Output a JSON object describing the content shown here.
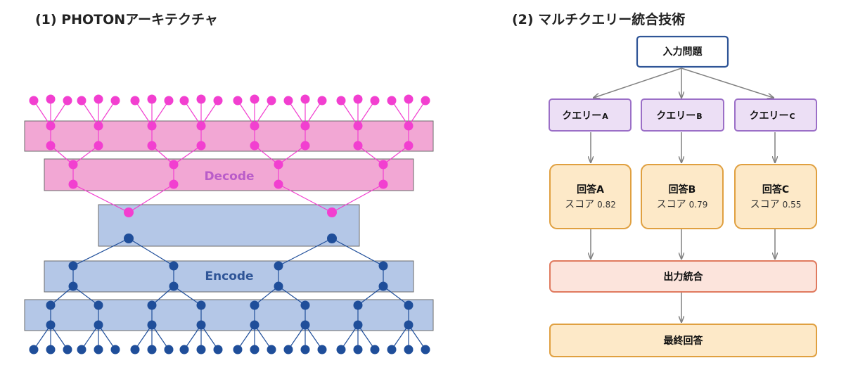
{
  "left": {
    "title": "(1) PHOTONアーキテクチャ",
    "decode_label": "Decode",
    "encode_label": "Encode",
    "colors": {
      "pink_node": "#f23fd0",
      "pink_band": "#f2a7d4",
      "pink_label": "#b95cc9",
      "blue_node": "#1f4e9a",
      "blue_band": "#b4c7e7",
      "blue_label": "#2f5597"
    }
  },
  "right": {
    "title": "(2) マルチクエリー統合技術",
    "input": "入力問題",
    "queries": [
      {
        "label": "クエリー",
        "letter": "A"
      },
      {
        "label": "クエリー",
        "letter": "B"
      },
      {
        "label": "クエリー",
        "letter": "C"
      }
    ],
    "answers": [
      {
        "label": "回答A",
        "score_label": "スコア",
        "score": "0.82"
      },
      {
        "label": "回答B",
        "score_label": "スコア",
        "score": "0.79"
      },
      {
        "label": "回答C",
        "score_label": "スコア",
        "score": "0.55"
      }
    ],
    "merge": "出力統合",
    "final": "最終回答",
    "colors": {
      "input_border": "#2f5597",
      "query_fill": "#ecdff5",
      "query_border": "#9b6fc7",
      "answer_fill": "#fde9c8",
      "answer_border": "#e0a040",
      "merge_fill": "#fce4dc",
      "merge_border": "#e07a5f",
      "final_fill": "#fde9c8",
      "final_border": "#e0a040",
      "arrow": "#808080"
    }
  }
}
